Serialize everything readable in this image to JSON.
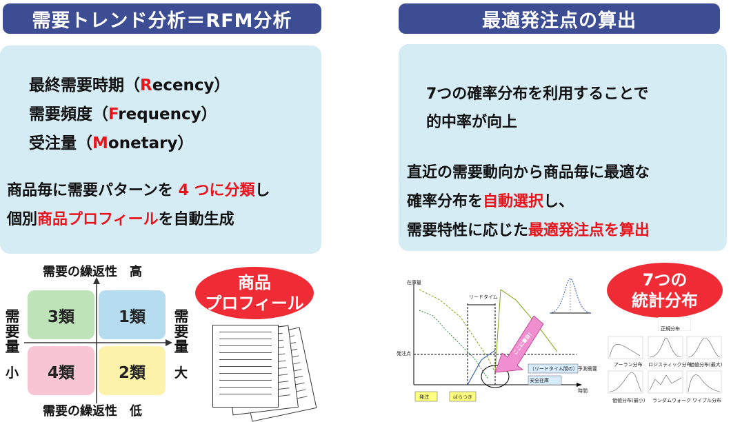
{
  "left": {
    "banner": "需要トレンド分析＝RFM分析",
    "rfm": [
      {
        "pre": "最終需要時期（",
        "letter": "R",
        "post": "ecency）"
      },
      {
        "pre": "需要頻度（",
        "letter": "F",
        "post": "requency）"
      },
      {
        "pre": "受注量（",
        "letter": "M",
        "post": "onetary）"
      }
    ],
    "line1": {
      "a": "商品毎に需要パターンを ",
      "b": "4 つに分類",
      "c": "し"
    },
    "line2": {
      "a": "個別",
      "b": "商品プロフィール",
      "c": "を自動生成"
    },
    "matrix": {
      "top_label": "需要の繰返性　高",
      "bottom_label": "需要の繰返性　低",
      "left_label": "需要量",
      "left_small": "小",
      "right_label": "需要量",
      "right_large": "大",
      "q_top_left": "3類",
      "q_top_right": "1類",
      "q_bottom_left": "4類",
      "q_bottom_right": "2類",
      "colors": {
        "q3": "#bfe3b8",
        "q1": "#b6dcef",
        "q4": "#f8c5d5",
        "q2": "#fcf2a9"
      }
    },
    "profile_badge": {
      "line1": "商品",
      "line2": "プロフィール"
    }
  },
  "right": {
    "banner": "最適発注点の算出",
    "p1": {
      "line1": "7つの確率分布を利用することで",
      "line2": "的中率が向上"
    },
    "p2": {
      "line1": "直近の需要動向から商品毎に最適な",
      "line2": {
        "a": "確率分布を",
        "b": "自動選択",
        "c": "し、"
      },
      "line3": {
        "a": "需要特性に応じた",
        "b": "最適発注点を算出"
      }
    },
    "graph": {
      "y_label": "在庫量",
      "lead_time": "リードタイム",
      "reorder": "発注点",
      "arrow_label": "ここに着目！",
      "forecast": "（リードタイム間の）予測需要",
      "safety": "安全在庫",
      "time": "時間",
      "order": "発注",
      "variance": "ばらつき"
    },
    "stats_badge": {
      "line1": "7つの",
      "line2": "統計分布"
    },
    "dists": [
      "正規分布",
      "アーラン分布",
      "ロジスティック分布",
      "価値分布(最大)",
      "価値分布(最小)",
      "ランダムウォーク",
      "ワイブル分布"
    ]
  }
}
